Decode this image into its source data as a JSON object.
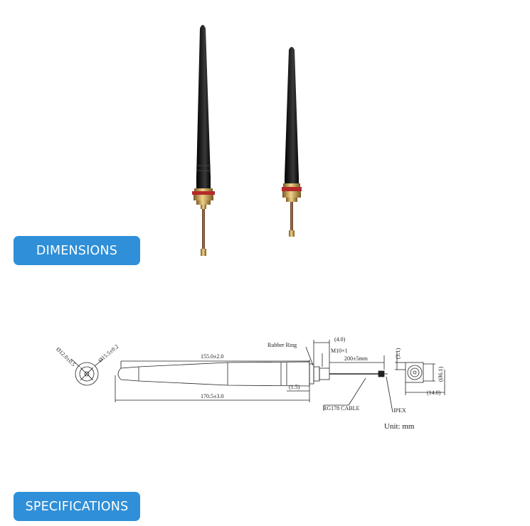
{
  "tabs": {
    "dimensions": "DIMENSIONS",
    "specifications": "SPECIFICATIONS"
  },
  "photo": {
    "antennas": [
      "long-antenna",
      "short-antenna"
    ]
  },
  "drawing": {
    "front_outer_dia": "Ø15.5±0.2",
    "front_inner_dia": "Ø12.0±0.5",
    "length_body": "155.0±2.0",
    "length_total": "170.5±3.0",
    "gap_small": "(1.5)",
    "rubber_ring": "Rubber Ring",
    "nut_width": "(4.0)",
    "thread": "M10×1",
    "cable_length": "200±5mm",
    "cable_type": "RG178 CABLE",
    "connector": "IPEX",
    "ipex_height": "(3.1)",
    "ipex_dia": "(Ø6.1)",
    "ipex_length": "(14.0)",
    "unit": "Unit: mm"
  },
  "colors": {
    "tab": "#2f8fd8",
    "antenna": "#141414",
    "brass": "#c9a152",
    "cable": "#8a5a3a"
  }
}
